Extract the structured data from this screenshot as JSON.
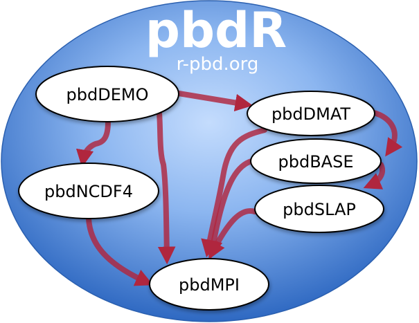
{
  "title": "pbdR",
  "subtitle": "r-pbd.org",
  "colors": {
    "background_outer": "#2e6fc9",
    "background_inner": "#bcd7fb",
    "node_fill": "#ffffff",
    "node_stroke": "#000000",
    "arrow": "#b0263e"
  },
  "nodes": {
    "demo": "pbdDEMO",
    "dmat": "pbdDMAT",
    "base": "pbdBASE",
    "ncdf4": "pbdNCDF4",
    "slap": "pbdSLAP",
    "mpi": "pbdMPI"
  }
}
